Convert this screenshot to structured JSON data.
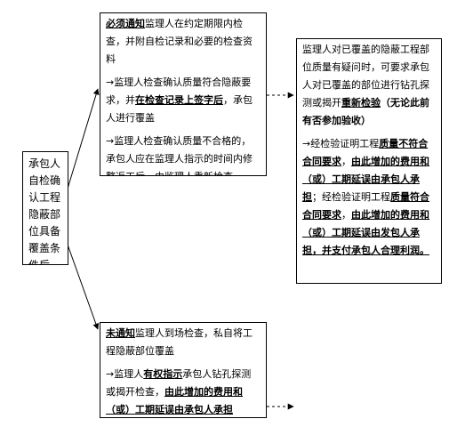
{
  "left_box": {
    "text": "承包人自检确认工程隐蔽部位具备覆盖条件后"
  },
  "notify_box": {
    "p1_lead": "必须通知",
    "p1_rest": "监理人在约定期限内检查，并附自检记录和必要的检查资料",
    "p2_pre": "→监理人检查确认质量符合隐蔽要求，并",
    "p2_em": "在检查记录上签字后",
    "p2_post": "，承包人进行覆盖",
    "p3": "→监理人检查确认质量不合格的，承包人应在监理人指示的时间内修整返工后，由监理人重新检查"
  },
  "recheck_box": {
    "p1_pre": "监理人对已覆盖的隐蔽工程部位质量有疑问时，可要求承包人对已覆盖的部位进行钻孔探测或揭开",
    "p1_em": "重新检验",
    "p1_note": "（无论此前有否参加验收）",
    "p2_s1": "→经检验证明工程",
    "p2_s2": "质量不符合合同要求",
    "p2_s3": "，",
    "p2_s4": "由此增加的费用和（或）工期延误由承包人承担",
    "p2_s5": "；经检验证明工程",
    "p2_s6": "质量符合合同要求",
    "p2_s7": "，",
    "p2_s8": "由此增加的费用和（或）工期延误由发包人承担，并支付承包人合理利润。"
  },
  "no_notify_box": {
    "p1_lead": "未通知",
    "p1_rest": "监理人到场检查，私自将工程隐蔽部位覆盖",
    "p2_pre": "→监理人",
    "p2_em": "有权指示",
    "p2_mid": "承包人钻孔探测或揭开检查，",
    "p2_post": "由此增加的费用和（或）工期延误由承包人承担"
  }
}
